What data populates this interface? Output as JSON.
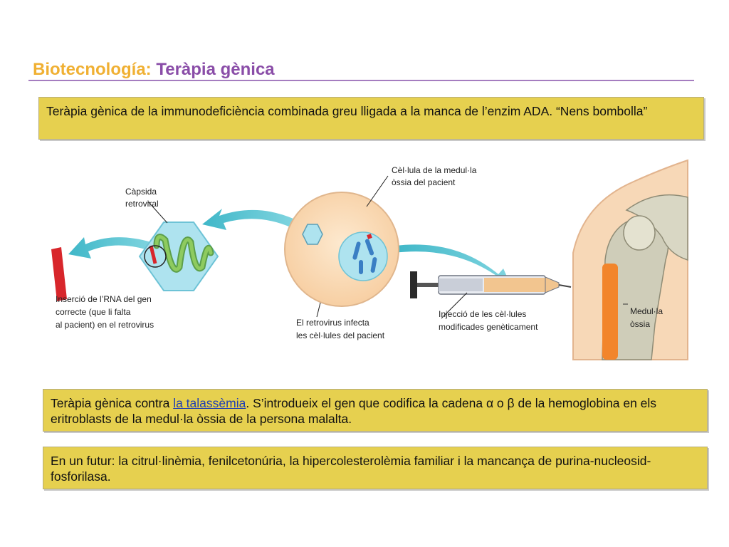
{
  "title": {
    "part1": "Biotecnología:",
    "part2": "Teràpia gènica"
  },
  "box1": {
    "text": "Teràpia gènica de la immunodeficiència combinada greu lligada a la manca de l’enzim ADA. “Nens bombolla”"
  },
  "box2": {
    "prefix": "Teràpia gènica contra ",
    "link": "la talassèmia",
    "middle": ". S’introdueix el gen que codifica la cadena ",
    "alpha": "α",
    "or": " o ",
    "beta": "β",
    "suffix": " de la hemoglobina en els eritroblasts de la medul·la òssia de la persona malalta."
  },
  "box3": {
    "text": "En un futur: la citrul·linèmia, fenilcetonúria, la hipercolesterolèmia familiar i la mancança de purina-nucleosid-fosforilasa."
  },
  "figure": {
    "label_capsid_1": "Càpsida",
    "label_capsid_2": "retroviral",
    "label_cell_1": "Cèl·lula de la medul·la",
    "label_cell_2": "òssia del pacient",
    "label_insert_1": "Inserció de l’RNA del gen",
    "label_insert_2": "correcte (que li falta",
    "label_insert_3": "al pacient) en el retrovirus",
    "label_infect_1": "El retrovirus infecta",
    "label_infect_2": "les cèl·lules del pacient",
    "label_inject_1": "Injecció de les cèl·lules",
    "label_inject_2": "modificades genèticament",
    "label_marrow_1": "Medul·la",
    "label_marrow_2": "òssia"
  }
}
